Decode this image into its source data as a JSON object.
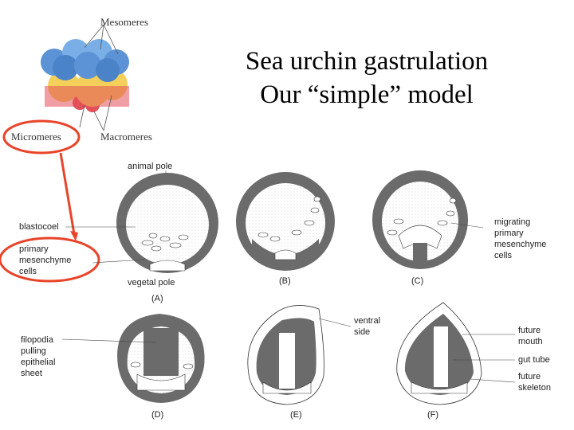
{
  "title": {
    "line1": "Sea urchin gastrulation",
    "line2": "Our “simple” model"
  },
  "embryo_labels": {
    "mesomeres": "Mesomeres",
    "micromeres": "Micromeres",
    "macromeres": "Macromeres"
  },
  "stage_labels": {
    "animal_pole": "animal pole",
    "blastocoel": "blastocoel",
    "primary": "primary",
    "mesenchyme": "mesenchyme",
    "cells": "cells",
    "vegetal_pole": "vegetal pole",
    "migrating": "migrating",
    "primary2": "primary",
    "mesenchyme2": "mesenchyme",
    "cells2": "cells",
    "filopodia": "filopodia",
    "pulling": "pulling",
    "epithelial": "epithelial",
    "sheet": "sheet",
    "ventral": "ventral",
    "side": "side",
    "future_mouth_1": "future",
    "future_mouth_2": "mouth",
    "gut_tube": "gut tube",
    "future_skeleton_1": "future",
    "future_skeleton_2": "skeleton"
  },
  "panel_labels": [
    "(A)",
    "(B)",
    "(C)",
    "(D)",
    "(E)",
    "(F)"
  ],
  "colors": {
    "highlight": "#e8442a",
    "blue": "#5b93d6",
    "yellow": "#f4d05a",
    "red": "#e2505a",
    "tissue": "#6b6b6b"
  }
}
